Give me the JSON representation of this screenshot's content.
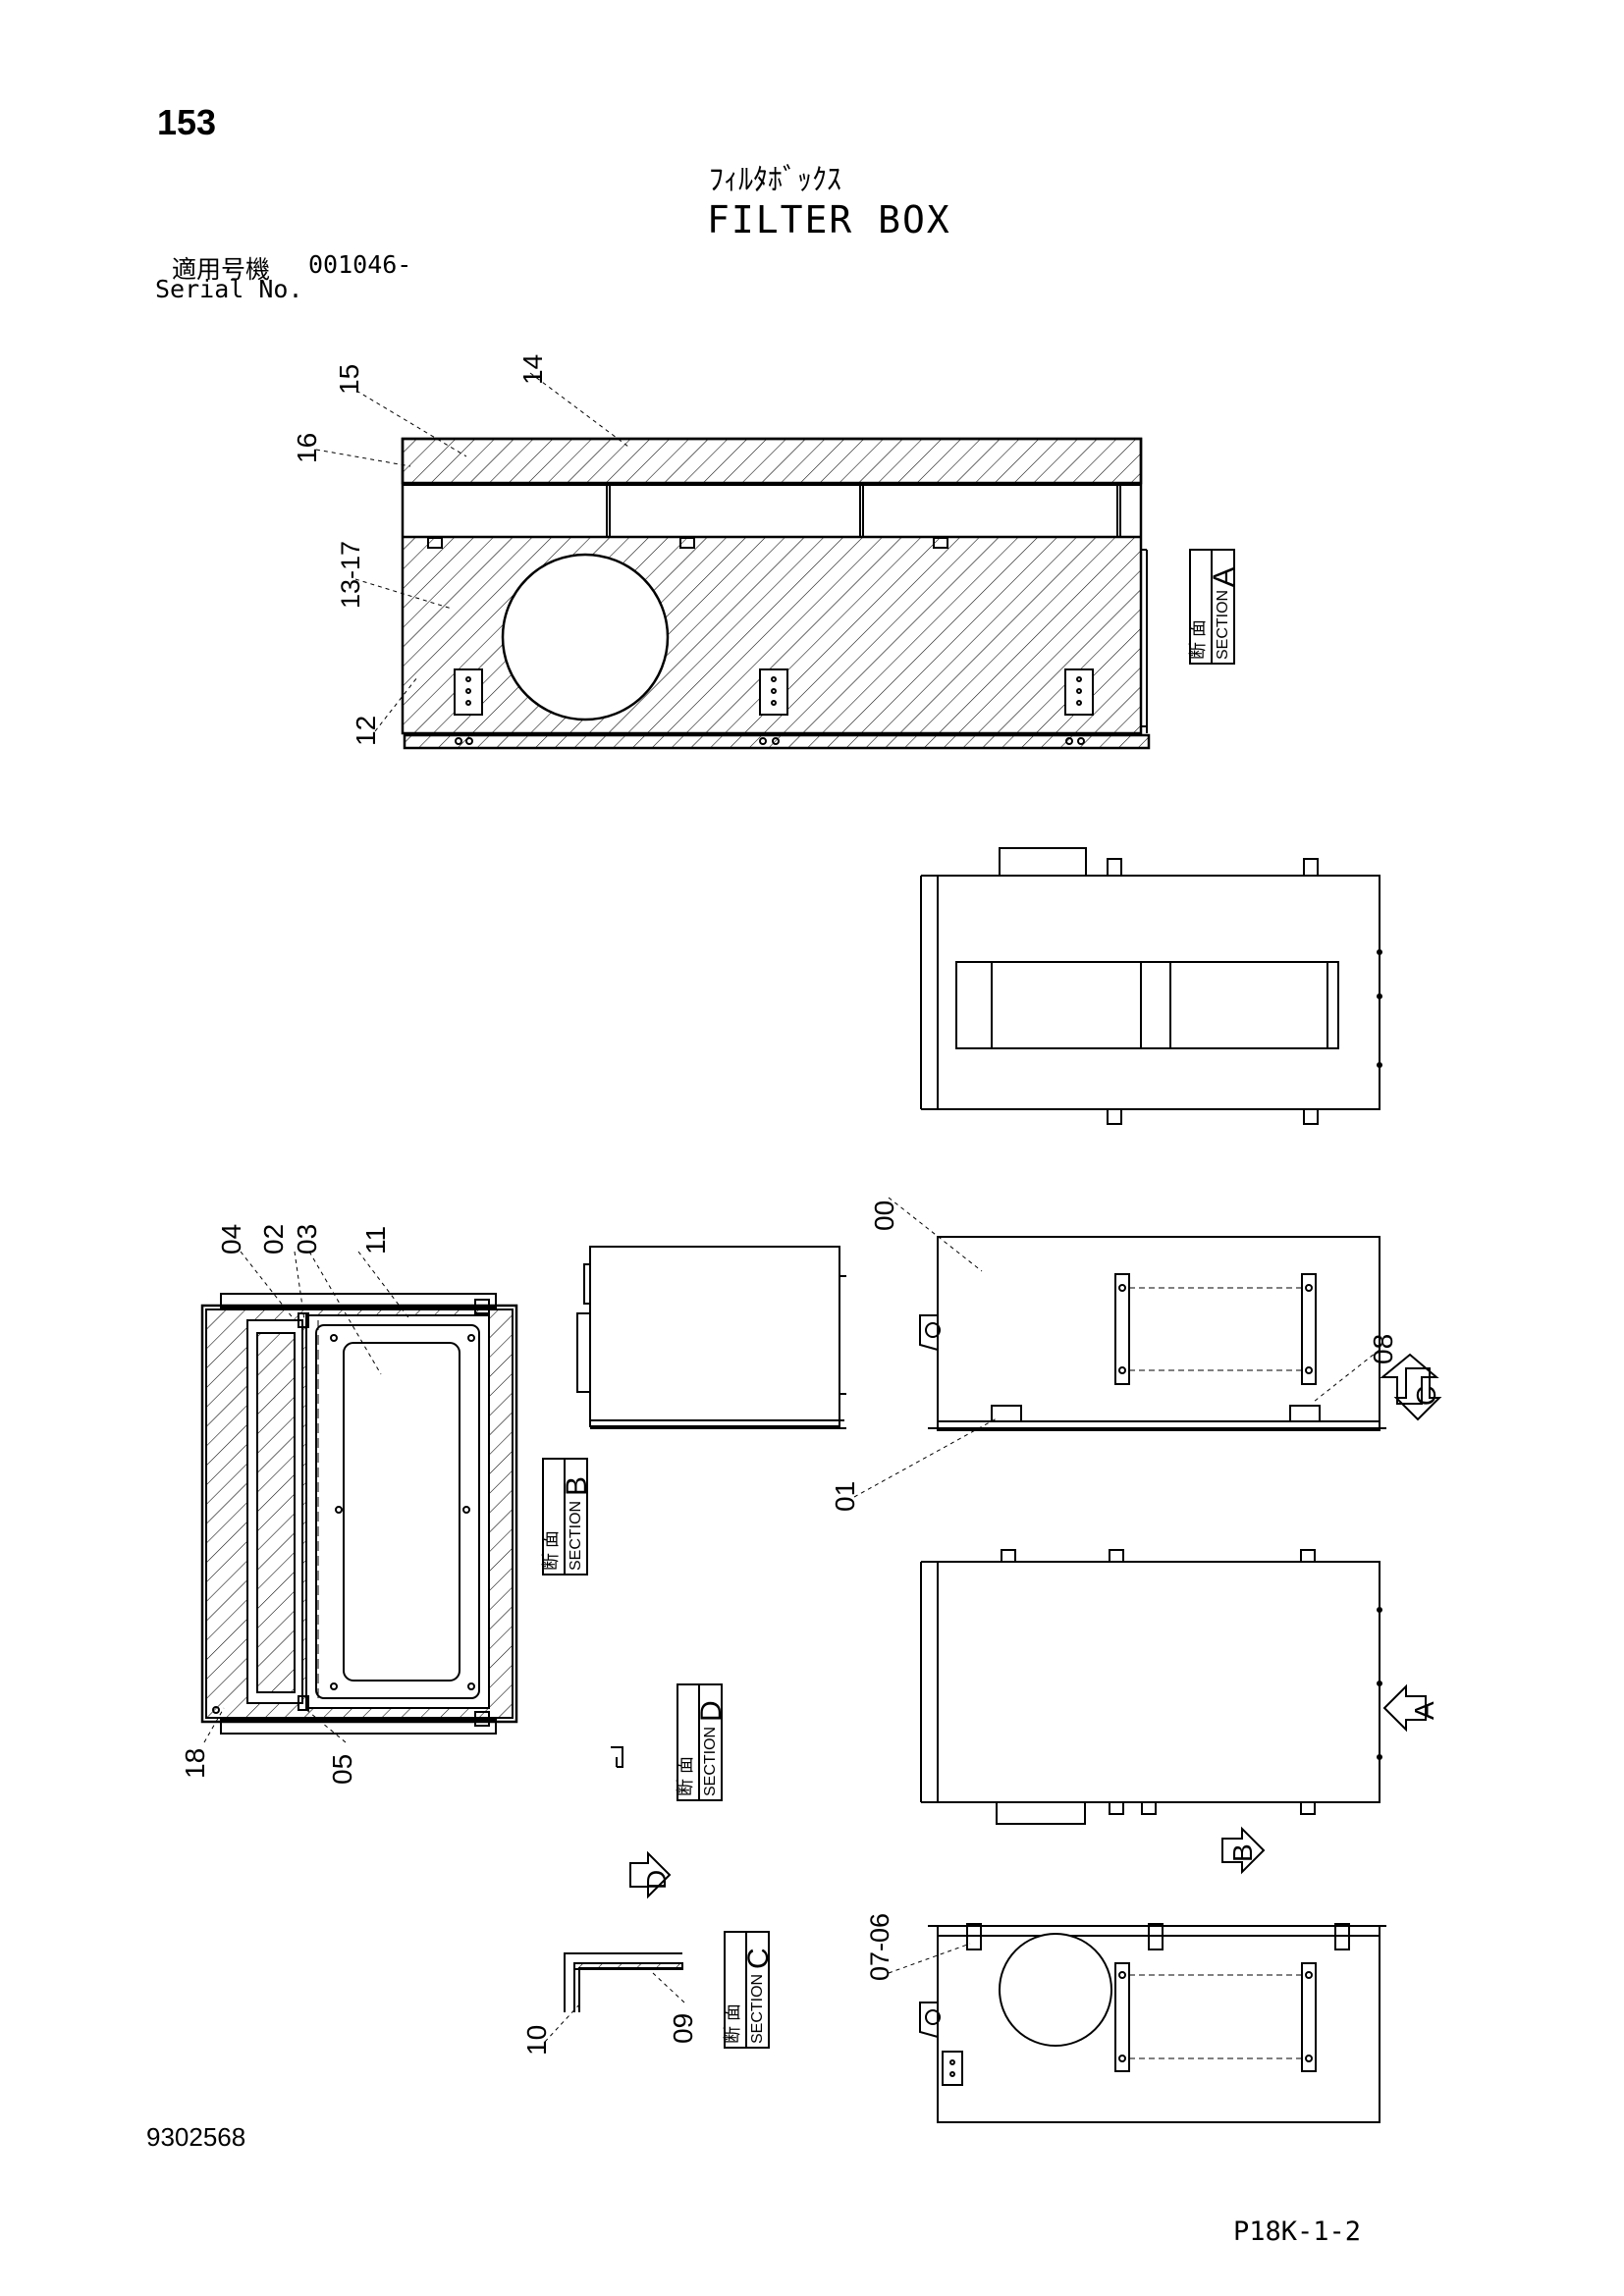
{
  "header": {
    "page_number": "153",
    "title_jp": "ﾌｨﾙﾀﾎﾞｯｸｽ",
    "title_en": "FILTER BOX",
    "serial_label_jp": "適用号機",
    "serial_value": "001046-",
    "serial_label_en": "Serial No."
  },
  "footer": {
    "document_number": "9302568",
    "page_code": "P18K-1-2"
  },
  "section_labels": {
    "jp": "断 面",
    "en": "SECTION",
    "letters": [
      "A",
      "B",
      "C",
      "D"
    ]
  },
  "view_arrows": [
    "C",
    "A",
    "B",
    "D"
  ],
  "part_callouts": [
    "00",
    "01",
    "02",
    "03",
    "04",
    "05",
    "06",
    "07",
    "08",
    "09",
    "10",
    "11",
    "12",
    "13",
    "14",
    "15",
    "16",
    "17",
    "18"
  ],
  "callout_groups": {
    "13_17": "13-17",
    "07_06": "07-06"
  },
  "colors": {
    "line": "#000000",
    "background": "#ffffff"
  }
}
